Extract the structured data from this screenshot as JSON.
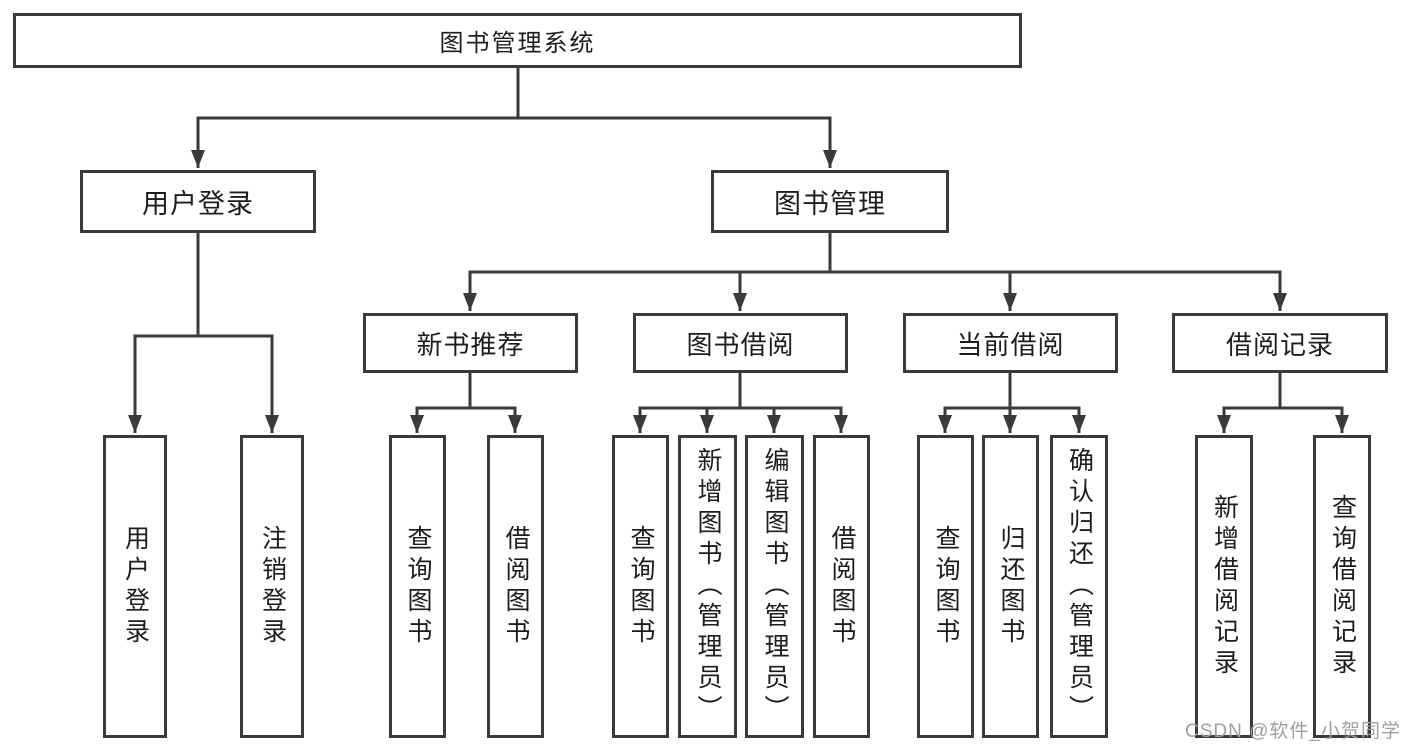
{
  "tree": {
    "root": "图书管理系统",
    "level2": {
      "userLogin": "用户登录",
      "bookMgmt": "图书管理"
    },
    "level3": {
      "newBookRec": "新书推荐",
      "bookBorrow": "图书借阅",
      "currentBorrow": "当前借阅",
      "borrowRecord": "借阅记录"
    },
    "leaves": {
      "userLogin1": "用户登录",
      "userLogin2": "注销登录",
      "newBookRec1": "查询图书",
      "newBookRec2": "借阅图书",
      "bookBorrow1": "查询图书",
      "bookBorrow2": "新增图书（管理员）",
      "bookBorrow3": "编辑图书（管理员）",
      "bookBorrow4": "借阅图书",
      "currentBorrow1": "查询图书",
      "currentBorrow2": "归还图书",
      "currentBorrow3": "确认归还（管理员）",
      "borrowRecord1": "新增借阅记录",
      "borrowRecord2": "查询借阅记录"
    }
  },
  "watermark": {
    "text": "CSDN @软件_小贺同学"
  },
  "colors": {
    "line": "#3a3a3a",
    "text": "#1d1d1d",
    "watermark": "#9f9f9f",
    "background": "#ffffff"
  }
}
